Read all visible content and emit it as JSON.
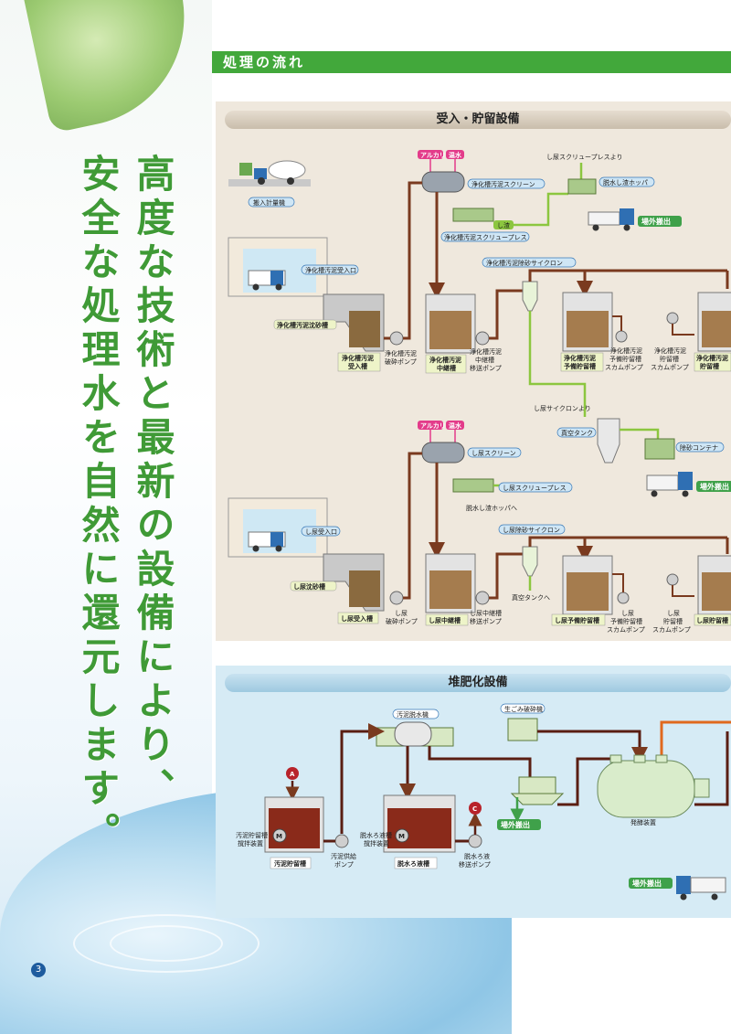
{
  "header": {
    "title": "処理の流れ"
  },
  "page_number": "3",
  "slogan": {
    "line1": "高度な技術と最新の設備により、",
    "line2": "安全な処理水を自然に還元します。"
  },
  "colors": {
    "brand_green": "#42a83b",
    "pipe_brown": "#7a3a1f",
    "pipe_green": "#8cc63f",
    "pipe_orange": "#e0691e"
  },
  "section_receiving": {
    "title": "受入・貯留設備",
    "top_line": {
      "weighbridge": "搬入計量機",
      "alkali": "アルカリ",
      "warm_water": "温水",
      "screen": "浄化槽汚泥スクリーン",
      "screw_press": "浄化槽汚泥スクリュープレス",
      "shisa": "し渣",
      "from_screw_press": "し尿スクリュープレスより",
      "dewater_hopper": "脱水し渣ホッパ",
      "offsite": "場外搬出",
      "inlet": "浄化槽汚泥受入口",
      "grit_tank": "浄化槽汚泥沈砂槽",
      "receiving_tank": [
        "浄化槽汚泥",
        "受入槽"
      ],
      "crush_pump": [
        "浄化槽汚泥",
        "破砕ポンプ"
      ],
      "relay_tank": [
        "浄化槽汚泥",
        "中継槽"
      ],
      "transfer_pump": [
        "浄化槽汚泥",
        "中継槽",
        "移送ポンプ"
      ],
      "cyclone": "浄化槽汚泥除砂サイクロン",
      "reserve_tank": [
        "浄化槽汚泥",
        "予備貯留槽"
      ],
      "reserve_pump": [
        "浄化槽汚泥",
        "予備貯留槽",
        "スカムポンプ"
      ],
      "storage_pump": [
        "浄化槽汚泥",
        "貯留槽",
        "スカムポンプ"
      ],
      "storage_tank": [
        "浄化槽汚泥",
        "貯留槽"
      ]
    },
    "middle": {
      "from_cyclone": "し尿サイクロンより",
      "vacuum_tank": "真空タンク",
      "sand_container": "除砂コンテナ",
      "offsite": "場外搬出"
    },
    "bottom_line": {
      "alkali": "アルカリ",
      "warm_water": "温水",
      "screen": "し尿スクリーン",
      "screw_press": "し尿スクリュープレス",
      "to_hopper": "脱水し渣ホッパへ",
      "inlet": "し尿受入口",
      "grit_tank": "し尿沈砂槽",
      "receiving_tank": "し尿受入槽",
      "crush_pump": [
        "し尿",
        "破砕ポンプ"
      ],
      "relay_tank": "し尿中継槽",
      "transfer_pump": [
        "し尿中継槽",
        "移送ポンプ"
      ],
      "cyclone": "し尿除砂サイクロン",
      "to_vacuum": "真空タンクへ",
      "reserve_tank": "し尿予備貯留槽",
      "reserve_pump": [
        "し尿",
        "予備貯留槽",
        "スカムポンプ"
      ],
      "storage_pump": [
        "し尿",
        "貯留槽",
        "スカムポンプ"
      ],
      "storage_tank": "し尿貯留槽"
    }
  },
  "section_compost": {
    "title": "堆肥化設備",
    "dewatering_machine": "汚泥脱水機",
    "garbage_crusher": "生ごみ破砕機",
    "marker_a": "A",
    "marker_c": "C",
    "motor": "M",
    "sludge_tank": "汚泥貯留槽",
    "sludge_stirrer": [
      "汚泥貯留槽",
      "撹拌装置"
    ],
    "feed_pump": [
      "汚泥供給",
      "ポンプ"
    ],
    "filtrate_tank": "脱水ろ液槽",
    "filtrate_stirrer": [
      "脱水ろ液槽",
      "撹拌装置"
    ],
    "filtrate_pump": [
      "脱水ろ液",
      "移送ポンプ"
    ],
    "offsite_1": "場外搬出",
    "fermenter": "発酵装置",
    "offsite_2": "場外搬出"
  }
}
